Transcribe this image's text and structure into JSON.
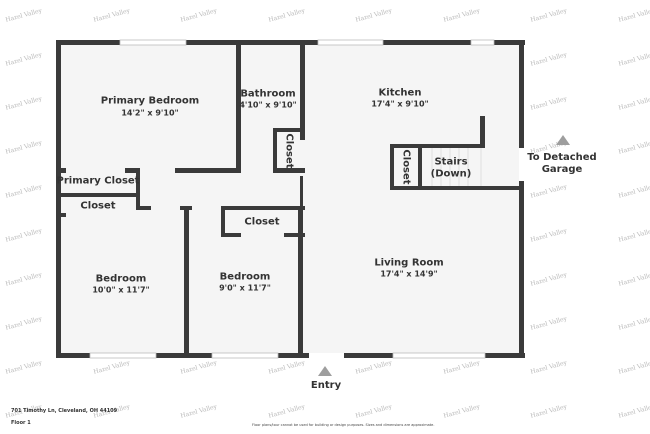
{
  "floorplan": {
    "rooms": [
      {
        "id": "primary-bedroom",
        "name": "Primary Bedroom",
        "dims": "14'2\" x 9'10\""
      },
      {
        "id": "bathroom",
        "name": "Bathroom",
        "dims": "4'10\" x 9'10\""
      },
      {
        "id": "bath-closet",
        "name": "Closet"
      },
      {
        "id": "kitchen",
        "name": "Kitchen",
        "dims": "17'4\" x 9'10\""
      },
      {
        "id": "kitchen-closet",
        "name": "Closet"
      },
      {
        "id": "stairs",
        "name": "Stairs",
        "sub": "(Down)"
      },
      {
        "id": "primary-closet",
        "name": "Primary Closet"
      },
      {
        "id": "hall-closet",
        "name": "Closet"
      },
      {
        "id": "bedroom-closet",
        "name": "Closet"
      },
      {
        "id": "bedroom-1",
        "name": "Bedroom",
        "dims": "10'0\" x 11'7\""
      },
      {
        "id": "bedroom-2",
        "name": "Bedroom",
        "dims": "9'0\" x 11'7\""
      },
      {
        "id": "living-room",
        "name": "Living Room",
        "dims": "17'4\" x 14'9\""
      }
    ],
    "markers": {
      "entry": "Entry",
      "garage_line1": "To Detached",
      "garage_line2": "Garage"
    },
    "footer": {
      "address": "701 Timothy Ln, Cleveland, OH 44109",
      "floor": "Floor 1",
      "disclaimer": "Floor plans/tour cannot be used for building or design purposes. Sizes and dimensions are approximate."
    },
    "watermark": "Hazel Valley",
    "colors": {
      "wall": "#3a3a3a",
      "floor": "#f5f5f5",
      "marker": "#9e9e9e",
      "text": "#333333"
    }
  }
}
